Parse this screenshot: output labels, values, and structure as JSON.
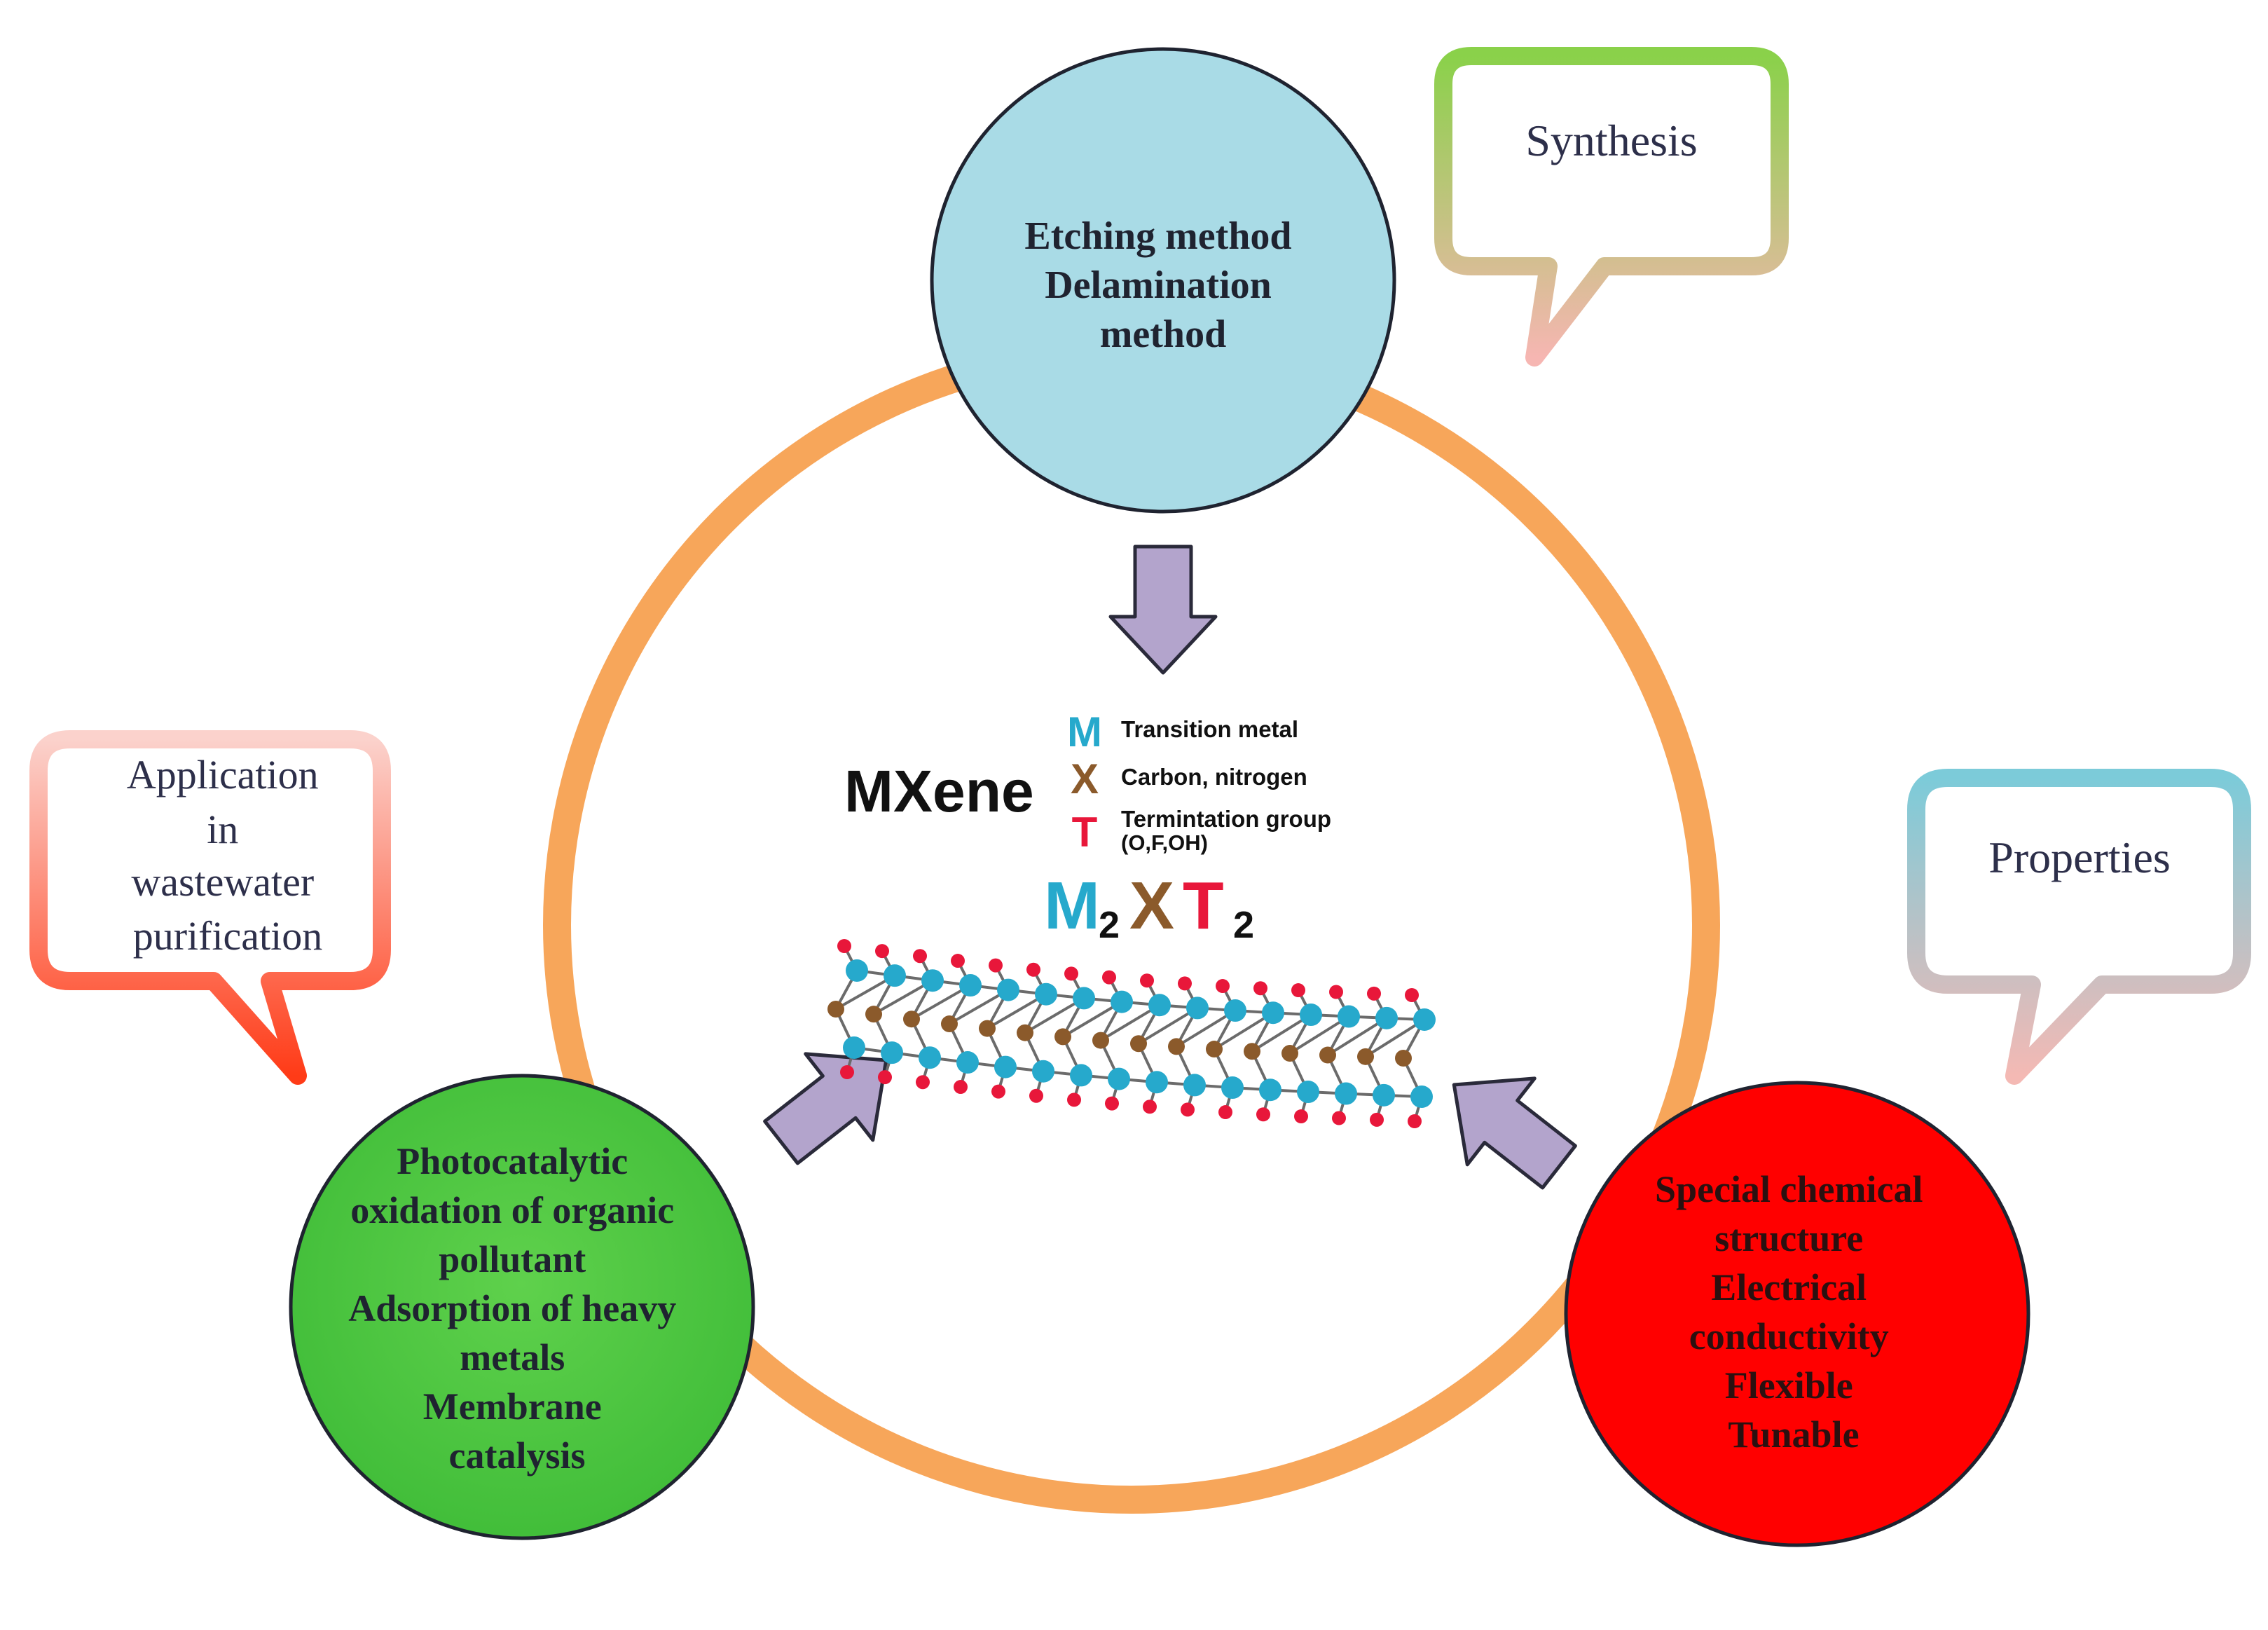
{
  "colors": {
    "ring": "#f7a65a",
    "synthesis_circle": "#a9dbe6",
    "application_circle": "#4cc640",
    "properties_circle": "#ff0000",
    "arrow_fill": "#b3a4cc",
    "arrow_stroke": "#2a2a3a",
    "metal": "#26a9cc",
    "carbon": "#8b5a2b",
    "termination": "#e8173a",
    "callout_synthesis": "#8ad14a",
    "callout_application": "#ff3d1f",
    "callout_properties": "#7ccbd9",
    "callout_tail": "#f4b9b4"
  },
  "callouts": {
    "synthesis": {
      "label": "Synthesis"
    },
    "application": {
      "lines": [
        "Application",
        "in",
        "wastewater",
        "purification"
      ]
    },
    "properties": {
      "label": "Properties"
    }
  },
  "nodes": {
    "synthesis": {
      "lines": [
        "Etching method",
        "Delamination",
        "method"
      ]
    },
    "application": {
      "lines": [
        "Photocatalytic",
        "oxidation of organic",
        "pollutant",
        "Adsorption of heavy",
        "metals",
        "Membrane",
        "catalysis"
      ]
    },
    "properties": {
      "lines": [
        "Special chemical",
        "structure",
        "Electrical",
        "conductivity",
        "Flexible",
        "Tunable"
      ]
    }
  },
  "center": {
    "title": "MXene",
    "legend": [
      {
        "letter": "M",
        "text": "Transition metal",
        "icon": "metal"
      },
      {
        "letter": "X",
        "text": "Carbon, nitrogen",
        "icon": "carbon"
      },
      {
        "letter": "T",
        "text": "Termintation group",
        "extra": "(O,F,OH)",
        "icon": "termination"
      }
    ],
    "formula": {
      "m": "M",
      "m_sub": "2",
      "x": "X",
      "t": "T",
      "t_sub": "2"
    },
    "structure_icon": "mxene-crystal-lattice"
  },
  "icons": {
    "arrows": [
      "down-arrow-icon",
      "up-right-arrow-icon",
      "up-left-arrow-icon"
    ]
  }
}
